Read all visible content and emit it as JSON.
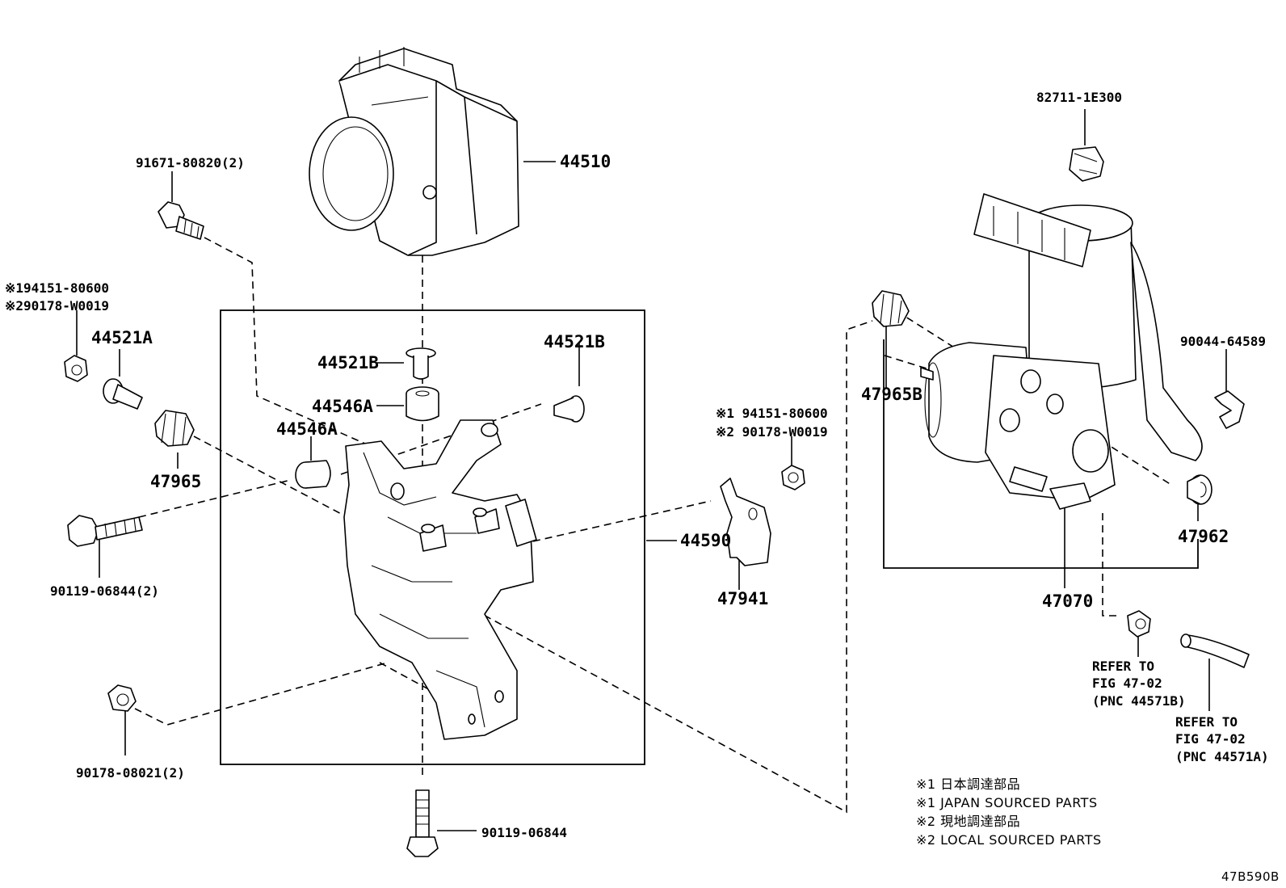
{
  "diagram_id": "47B590B",
  "colors": {
    "ink": "#000000",
    "paper": "#ffffff"
  },
  "labels": {
    "p44510": "44510",
    "p91671": "91671-80820(2)",
    "note1_a": "※194151-80600",
    "note2_a": "※290178-W0019",
    "p44521A": "44521A",
    "p44521B_left": "44521B",
    "p44521B_right": "44521B",
    "p44546A_top": "44546A",
    "p44546A_left": "44546A",
    "p47965": "47965",
    "p90119_left": "90119-06844(2)",
    "p90178_bottom": "90178-08021(2)",
    "p90119_bottom": "90119-06844",
    "p44590": "44590",
    "note1_b": "※1 94151-80600",
    "note2_b": "※2 90178-W0019",
    "p47941": "47941",
    "p82711": "82711-1E300",
    "p90044": "90044-64589",
    "p47965B": "47965B",
    "p47962": "47962",
    "p47070": "47070",
    "refer_b_1": "REFER TO",
    "refer_b_2": "FIG 47-02",
    "refer_b_3": "(PNC 44571B)",
    "refer_a_1": "REFER TO",
    "refer_a_2": "FIG 47-02",
    "refer_a_3": "(PNC 44571A)"
  },
  "legend": [
    "※1 日本調達部品",
    "※1 JAPAN SOURCED PARTS",
    "※2 現地調達部品",
    "※2 LOCAL SOURCED PARTS"
  ]
}
